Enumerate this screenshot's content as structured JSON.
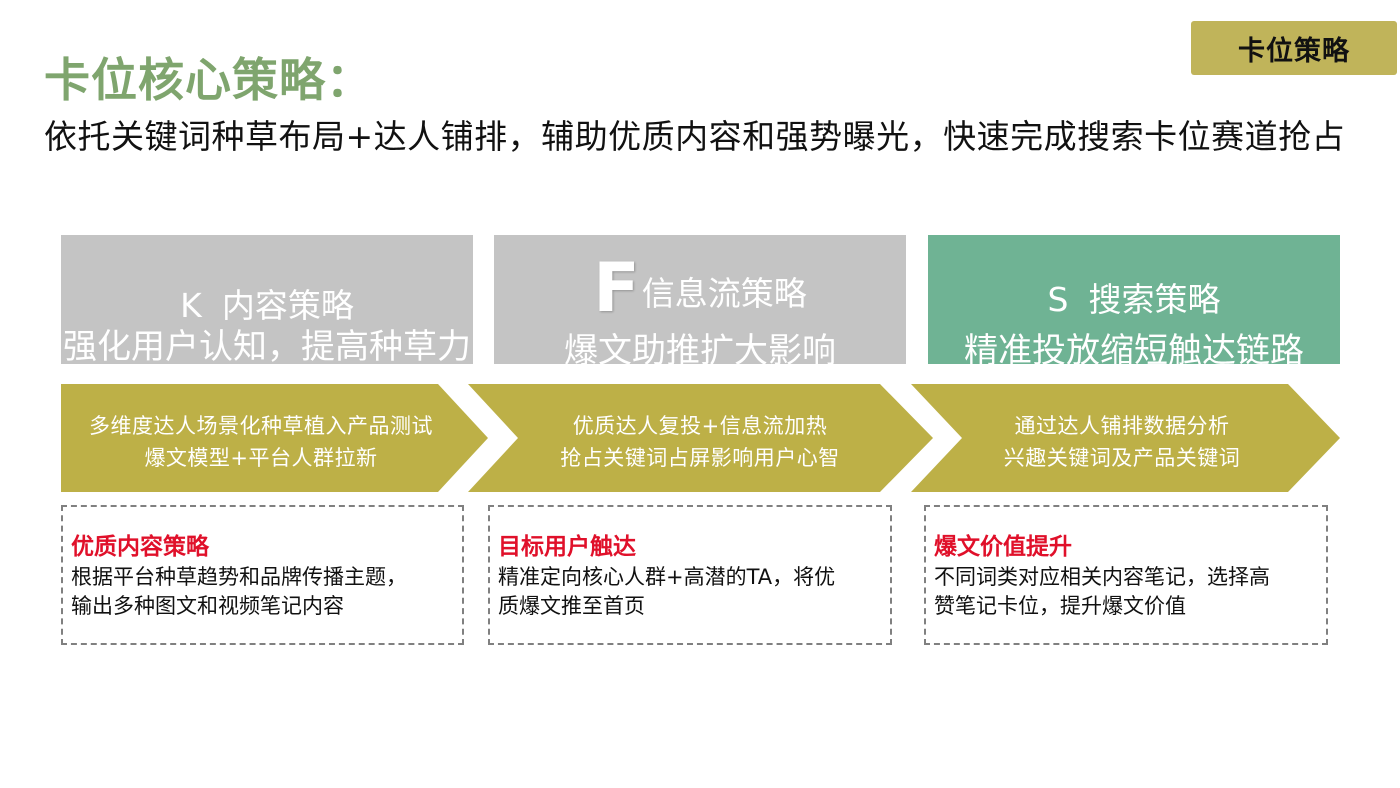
{
  "badge": {
    "label": "卡位策略"
  },
  "header": {
    "title": "卡位核心策略：",
    "subtitle": "依托关键词种草布局+达人铺排，辅助优质内容和强势曝光，快速完成搜索卡位赛道抢占"
  },
  "strategies": [
    {
      "letter": "K",
      "name": "内容策略",
      "slogan": "强化用户认知，提高种草力",
      "arrow_lines": [
        "多维度达人场景化种草植入产品测试",
        "爆文模型+平台人群拉新"
      ],
      "card_title": "优质内容策略",
      "card_body": "根据平台种草趋势和品牌传播主题，\n输出多种图文和视频笔记内容"
    },
    {
      "letter": "F",
      "name": "信息流策略",
      "slogan": "爆文助推扩大影响",
      "arrow_lines": [
        "优质达人复投+信息流加热",
        "抢占关键词占屏影响用户心智"
      ],
      "card_title": "目标用户触达",
      "card_body": "精准定向核心人群+高潜的TA，将优\n质爆文推至首页"
    },
    {
      "letter": "S",
      "name": "搜索策略",
      "slogan": "精准投放缩短触达链路",
      "arrow_lines": [
        "通过达人铺排数据分析",
        "兴趣关键词及产品关键词"
      ],
      "card_title": "爆文价值提升",
      "card_body": "不同词类对应相关内容笔记，选择高\n赞笔记卡位，提升爆文价值"
    }
  ],
  "colors": {
    "title_green": "#7fa56e",
    "badge_olive": "#c0b45a",
    "arrow_olive": "#bdb047",
    "gray_box": "#c4c4c4",
    "green_box": "#6fb394",
    "card_title_red": "#e0102a"
  }
}
